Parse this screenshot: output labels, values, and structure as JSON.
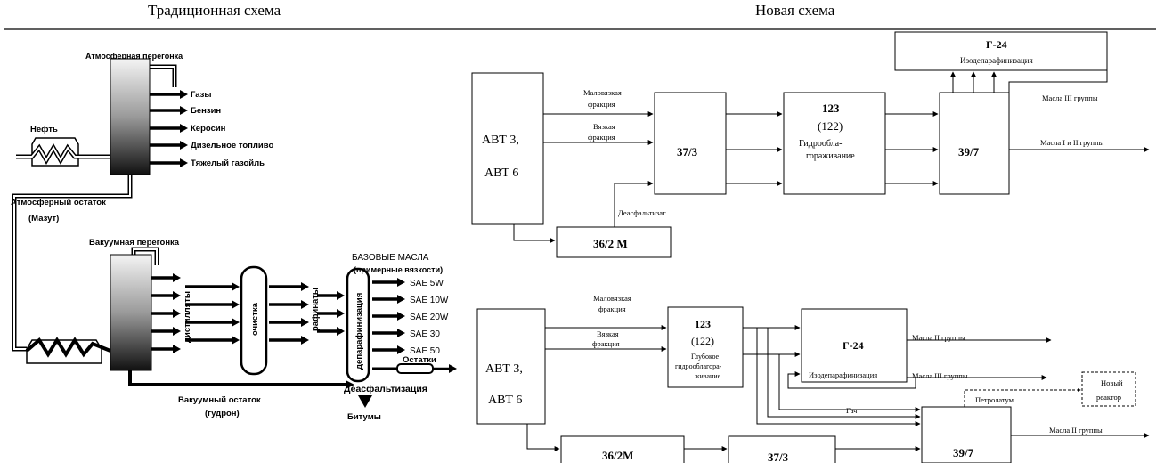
{
  "headers": {
    "left": "Традиционная схема",
    "right": "Новая схема"
  },
  "traditional": {
    "atm_distillation": "Атмосферная перегонка",
    "feed": "Нефть",
    "atm_products": [
      "Газы",
      "Бензин",
      "Керосин",
      "Дизельное топливо",
      "Тяжелый газойль"
    ],
    "atm_residue": "Атмосферный остаток",
    "atm_residue_note": "(Мазут)",
    "vac_distillation": "Вакуумная перегонка",
    "distillates": "дистилляты",
    "treating": "очистка",
    "raffinates": "рафинаты",
    "dewaxing": "депарафинизация",
    "base_oils_title": "БАЗОВЫЕ МАСЛА",
    "base_oils_subtitle": "(примерные вязкости)",
    "grades": [
      "SAE  5W",
      "SAE  10W",
      "SAE  20W",
      "SAE  30",
      "SAE  50"
    ],
    "residues": "Остатки",
    "vac_residue": "Вакуумный остаток",
    "vac_residue_note": "(гудрон)",
    "deasphalting": "Деасфальтизация",
    "bitumen": "Битумы"
  },
  "new_top": {
    "avt_line1": "АВТ 3,",
    "avt_line2": "АВТ 6",
    "low_visc": [
      "Маловязкая",
      "фракция"
    ],
    "visc": [
      "Вязкая",
      "фракция"
    ],
    "u373": "37/3",
    "u123": "123",
    "u122": "(122)",
    "hydro": [
      "Гидрооблa-",
      "гораживание"
    ],
    "u397": "39/7",
    "g24": "Г-24",
    "isodewax": "Изодепарафинизация",
    "oil_group3": "Масла III группы",
    "oil_group1_2": "Масла I и II группы",
    "deasphaltate": "Деасфальтизат",
    "u362": "36/2 М"
  },
  "new_bottom": {
    "low_visc": [
      "Маловязкая",
      "фракция"
    ],
    "visc": [
      "Вязкая",
      "фракция"
    ],
    "u123": "123",
    "u122": "(122)",
    "deep_hydro": [
      "Глубокое",
      "гидрооблагора-",
      "живание"
    ],
    "g24": "Г-24",
    "isodewax": "Изодепарафинизация",
    "oil_group2": "Масла II группы",
    "oil_group3": "Масла III группы",
    "petrolatum": "Петролатум",
    "new_reactor": [
      "Новый",
      "реактор"
    ],
    "gach": "Гач",
    "avt_line1": "АВТ 3,",
    "avt_line2": "АВТ 6",
    "u362": "36/2М",
    "u373": "37/3",
    "u397": "39/7",
    "oil_group2_out": "Масла II группы"
  }
}
